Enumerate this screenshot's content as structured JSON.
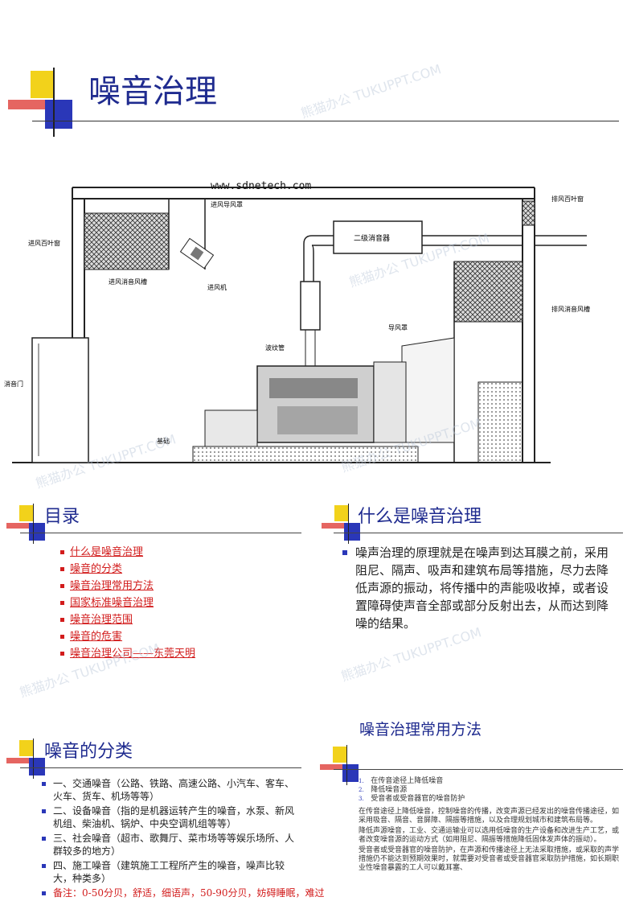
{
  "slide1": {
    "title": "噪音治理",
    "diagram": {
      "website": "www.sdnetech.com",
      "labels": {
        "intake_hood": "进风导风罩",
        "intake_louver": "进风百叶窗",
        "intake_silencer_duct": "进风消音风槽",
        "intake_fan": "进风机",
        "secondary_silencer": "二级消音器",
        "exhaust_louver": "排风百叶窗",
        "exhaust_silencer_duct": "排风消音风槽",
        "bellows": "波纹管",
        "hood": "导风罩",
        "sound_door": "消音门",
        "foundation": "基础"
      }
    }
  },
  "slide2": {
    "title": "目录",
    "items": [
      "什么是噪音治理",
      "噪音的分类",
      "噪音治理常用方法",
      "国家标准噪音治理",
      "噪音治理范围",
      "噪音的危害",
      "噪音治理公司——东莞天明"
    ]
  },
  "slide3": {
    "title": "什么是噪音治理",
    "body": "噪声治理的原理就是在噪声到达耳膜之前，采用阻尼、隔声、吸声和建筑布局等措施，尽力去降低声源的振动，将传播中的声能吸收掉，或者设置障碍使声音全部或部分反射出去，从而达到降噪的结果。"
  },
  "slide4": {
    "title": "噪音的分类",
    "items": [
      "一、交通噪音（公路、铁路、高速公路、小汽车、客车、火车、货车、机场等等）",
      "二、设备噪音（指的是机器运转产生的噪音，水泵、新风机组、柴油机、锅炉、中央空调机组等等）",
      "三、社会噪音（超市、歌舞厅、菜市场等等娱乐场所、人群较多的地方）",
      "四、施工噪音（建筑施工工程所产生的噪音，噪声比较大，种类多）"
    ],
    "note": "备注：0-50分贝，舒适，细语声，50-90分贝，妨碍睡眠，难过"
  },
  "slide5": {
    "title": "噪音治理常用方法",
    "numbered": [
      "在传音途径上降低噪音",
      "降低噪音源",
      "受音者或受音器官的噪音防护"
    ],
    "paragraphs": [
      "在传音途径上降低噪音，控制噪音的传播，改变声源已经发出的噪音传播途径，如采用吸音、隔音、音屏障、隔振等措施，以及合理规划城市和建筑布局等。",
      "降低声源噪音，工业、交通运输业可以选用低噪音的生产设备和改进生产工艺，或者改变噪音源的运动方式（如用阻尼、隔振等措施降低固体发声体的振动）。",
      "受音者或受音器官的噪音防护，在声源和传播途径上无法采取措施，或采取的声学措施仍不能达到预期效果时，就需要对受音者或受音器官采取防护措施，如长期职业性噪音暴露的工人可以戴耳塞、"
    ]
  },
  "watermark": "熊猫办公 TUKUPPT.COM"
}
